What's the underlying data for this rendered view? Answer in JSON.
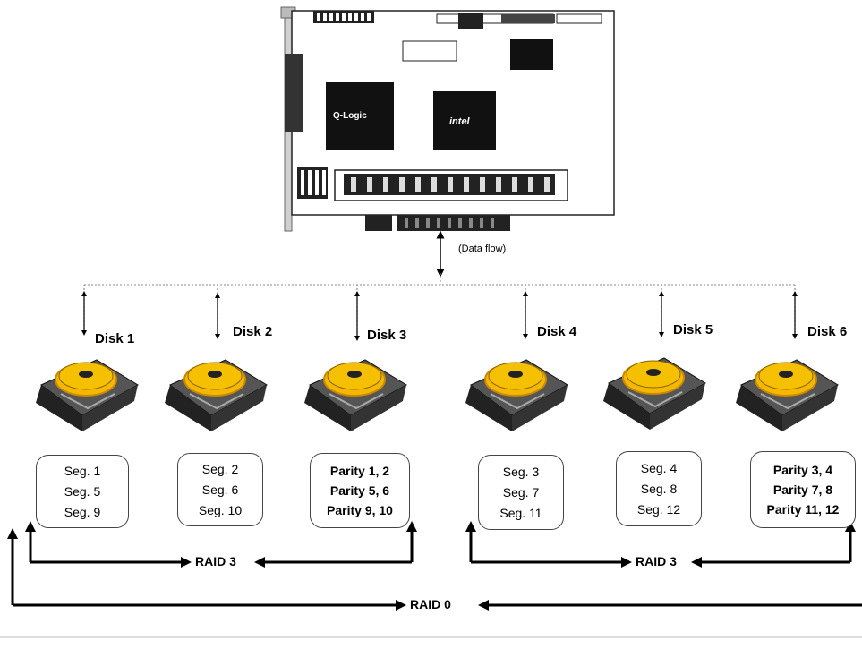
{
  "controller": {
    "chip_left": "Q-Logic",
    "chip_right": "intel",
    "flow_label": "(Data flow)"
  },
  "disks": [
    {
      "label": "Disk 1",
      "segments": [
        "Seg. 1",
        "Seg. 5",
        "Seg. 9"
      ],
      "parity": false
    },
    {
      "label": "Disk 2",
      "segments": [
        "Seg. 2",
        "Seg. 6",
        "Seg. 10"
      ],
      "parity": false
    },
    {
      "label": "Disk 3",
      "segments": [
        "Parity 1, 2",
        "Parity 5, 6",
        "Parity 9, 10"
      ],
      "parity": true
    },
    {
      "label": "Disk 4",
      "segments": [
        "Seg. 3",
        "Seg. 7",
        "Seg. 11"
      ],
      "parity": false
    },
    {
      "label": "Disk 5",
      "segments": [
        "Seg. 4",
        "Seg. 8",
        "Seg. 12"
      ],
      "parity": false
    },
    {
      "label": "Disk 6",
      "segments": [
        "Parity 3, 4",
        "Parity 7, 8",
        "Parity 11, 12"
      ],
      "parity": true
    }
  ],
  "raid_groups": [
    {
      "label": "RAID 3"
    },
    {
      "label": "RAID 3"
    }
  ],
  "raid_outer": {
    "label": "RAID 0"
  },
  "colors": {
    "platter": "#f5b800",
    "platter_dark": "#c98a00",
    "chip": "#111111",
    "line": "#000000",
    "dotted": "#888888"
  }
}
